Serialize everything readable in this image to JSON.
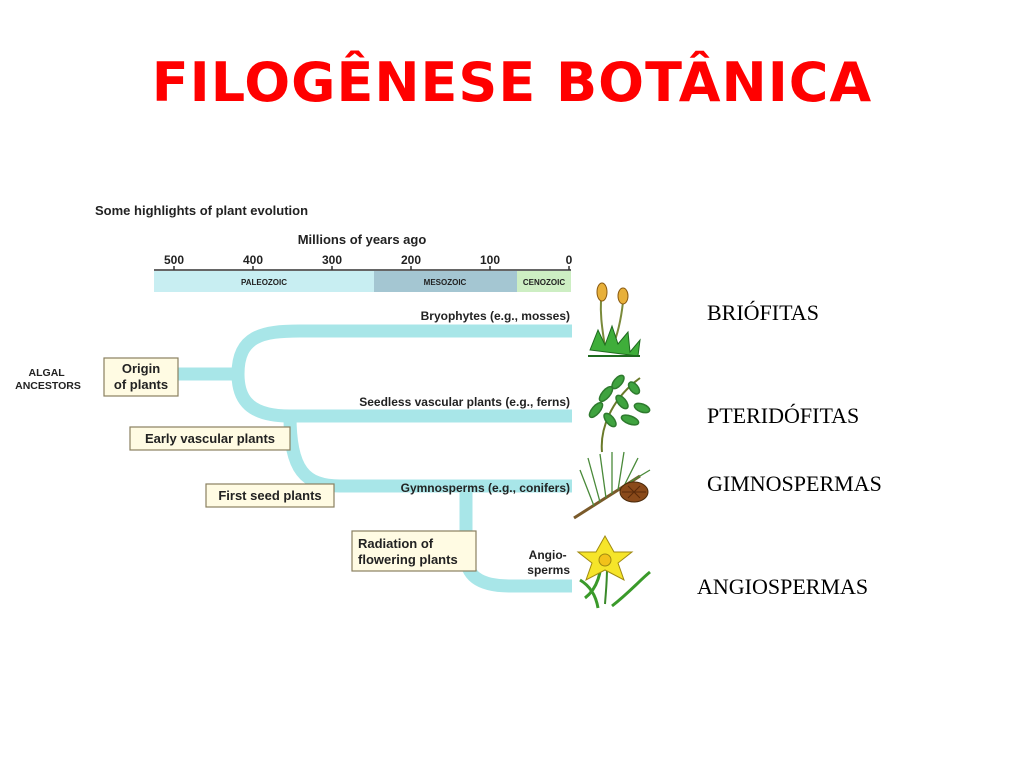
{
  "title": "FILOGÊNESE BOTÂNICA",
  "figure": {
    "caption": "Some highlights of plant evolution",
    "axis_title": "Millions of years ago",
    "ticks": [
      "500",
      "400",
      "300",
      "200",
      "100",
      "0"
    ],
    "eras": {
      "paleozoic": {
        "label": "PALEOZOIC",
        "color": "#c8eef2"
      },
      "mesozoic": {
        "label": "MESOZOIC",
        "color": "#a4c6d2"
      },
      "cenozoic": {
        "label": "CENOZOIC",
        "color": "#cdeec3"
      }
    },
    "algal": {
      "line1": "ALGAL",
      "line2": "ANCESTORS"
    },
    "events": {
      "origin": {
        "line1": "Origin",
        "line2": "of plants"
      },
      "early_vascular": "Early vascular plants",
      "first_seed": "First seed plants",
      "radiation": {
        "line1": "Radiation of",
        "line2": "flowering plants"
      }
    },
    "branches": {
      "bryophytes": "Bryophytes (e.g., mosses)",
      "ferns": "Seedless vascular plants (e.g., ferns)",
      "gymnosperms": "Gymnosperms (e.g., conifers)",
      "angiosperms": {
        "line1": "Angio-",
        "line2": "sperms"
      }
    },
    "branch_color": "#a8e6e8",
    "box_fill": "#fffbe3",
    "box_stroke": "#8a8060"
  },
  "groups": [
    "BRIÓFITAS",
    "PTERIDÓFITAS",
    "GIMNOSPERMAS",
    "ANGIOSPERMAS"
  ]
}
